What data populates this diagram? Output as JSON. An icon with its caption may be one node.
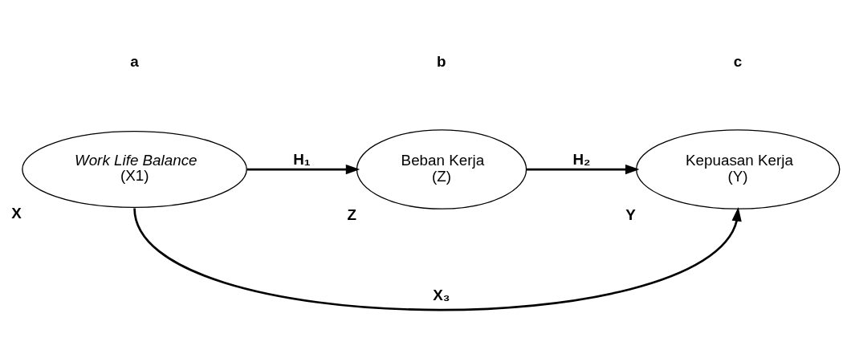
{
  "diagram": {
    "nodes": [
      {
        "text": [
          "Work Life Balance",
          "(X1)"
        ],
        "beside": [
          "X"
        ]
      },
      {
        "text": [
          "Beban Kerja",
          "(Z)"
        ],
        "beside": [
          "Z"
        ]
      },
      {
        "text": [
          "Kepuasan Kerja",
          "(Y)"
        ],
        "beside": [
          "Y"
        ]
      }
    ],
    "edges": [
      {
        "from": 0,
        "to": 1,
        "arrow": "to",
        "label": "H₁"
      },
      {
        "from": 1,
        "to": 2,
        "arrow": "to",
        "label": "H₂"
      },
      {
        "from": 0,
        "to": 2,
        "arrow": "to",
        "label": "X₃"
      }
    ],
    "labels": [
      "a",
      "b",
      "c"
    ]
  }
}
